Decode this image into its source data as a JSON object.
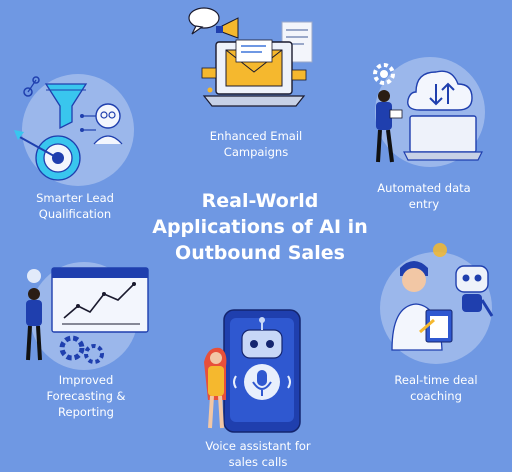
{
  "title": {
    "line1": "Real-World",
    "line2": "Applications of AI in",
    "line3": "Outbound Sales"
  },
  "applications": [
    {
      "line1": "Enhanced Email",
      "line2": "Campaigns",
      "icon": "email-campaign-icon"
    },
    {
      "line1": "Automated data",
      "line2": "entry",
      "icon": "data-entry-icon"
    },
    {
      "line1": "Smarter Lead",
      "line2": "Qualification",
      "icon": "lead-funnel-icon"
    },
    {
      "line1": "Improved",
      "line2": "Forecasting &",
      "line3": "Reporting",
      "icon": "forecast-chart-icon"
    },
    {
      "line1": "Voice assistant for",
      "line2": "sales calls",
      "icon": "voice-assistant-icon"
    },
    {
      "line1": "Real-time deal",
      "line2": "coaching",
      "icon": "coaching-robot-icon"
    }
  ],
  "colors": {
    "background": "#6f98e3",
    "accent_blue": "#1f3fae",
    "accent_yellow": "#f5b82e",
    "text": "#ffffff"
  }
}
